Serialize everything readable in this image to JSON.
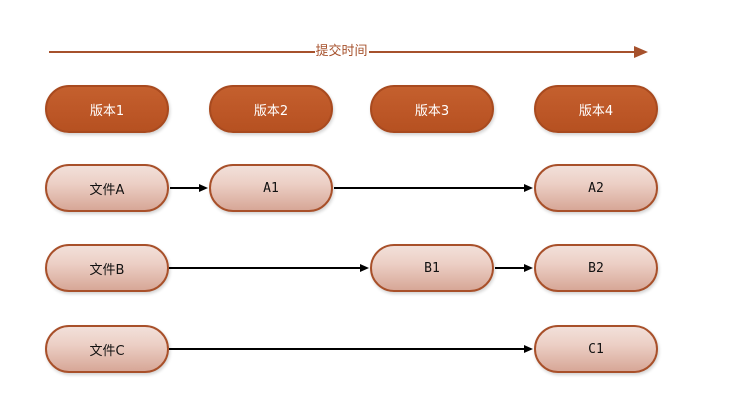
{
  "timeline": {
    "label": "提交时间"
  },
  "versions": [
    "版本1",
    "版本2",
    "版本3",
    "版本4"
  ],
  "rows": [
    {
      "source": "文件A",
      "revisions": [
        {
          "label": "A1"
        },
        {
          "label": "A2"
        }
      ]
    },
    {
      "source": "文件B",
      "revisions": [
        {
          "label": "B1"
        },
        {
          "label": "B2"
        }
      ]
    },
    {
      "source": "文件C",
      "revisions": [
        {
          "label": "C1"
        }
      ]
    }
  ],
  "colors": {
    "timeline": "#A6512C",
    "version_fill": "#BD5727",
    "version_border": "#A84A1F",
    "version_text": "#FFFFFF",
    "file_fill_top": "#F2E0DA",
    "file_fill_bottom": "#D7A797",
    "file_border": "#A8502A",
    "connector": "#000000",
    "background": "#FFFFFF"
  }
}
